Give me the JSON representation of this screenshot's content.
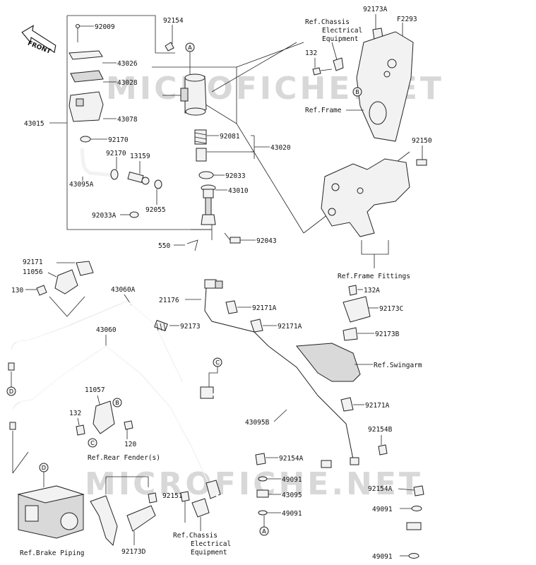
{
  "watermark": "MICROFICHE.NET",
  "front_label": "FRONT",
  "callouts": {
    "92009": "92009",
    "92154": "92154",
    "92173A": "92173A",
    "F2293": "F2293",
    "43026": "43026",
    "43028": "43028",
    "43078": "43078",
    "43015": "43015",
    "92170a": "92170",
    "92170b": "92170",
    "13159": "13159",
    "43095A": "43095A",
    "92033A": "92033A",
    "92055": "92055",
    "92081": "92081",
    "43020": "43020",
    "92033": "92033",
    "43010": "43010",
    "92043": "92043",
    "550": "550",
    "132a": "132",
    "92150": "92150",
    "92171": "92171",
    "11056": "11056",
    "130": "130",
    "43060A": "43060A",
    "21176": "21176",
    "92171A_1": "92171A",
    "92171A_2": "92171A",
    "92171A_3": "92171A",
    "92173": "92173",
    "43060": "43060",
    "132A": "132A",
    "92173C": "92173C",
    "92173B": "92173B",
    "11057": "11057",
    "132b": "132",
    "120": "120",
    "43095B": "43095B",
    "92154B": "92154B",
    "92154A_1": "92154A",
    "92154A_2": "92154A",
    "49091_1": "49091",
    "49091_2": "49091",
    "49091_3": "49091",
    "49091_4": "49091",
    "43095": "43095",
    "92151": "92151",
    "92173D": "92173D"
  },
  "references": {
    "chassis_top": [
      "Ref.Chassis",
      "Electrical",
      "Equipment"
    ],
    "frame": "Ref.Frame",
    "frame_fittings": "Ref.Frame Fittings",
    "swingarm": "Ref.Swingarm",
    "rear_fender": "Ref.Rear Fender(s)",
    "brake_piping": "Ref.Brake Piping",
    "chassis_bottom": [
      "Ref.Chassis",
      "Electrical",
      "Equipment"
    ]
  },
  "circle_markers": {
    "A_top": "A",
    "A_bottom": "A",
    "B_frame": "B",
    "B_fender": "B",
    "C_hose": "C",
    "C_fender": "C",
    "D_left": "D",
    "D_abs": "D"
  }
}
